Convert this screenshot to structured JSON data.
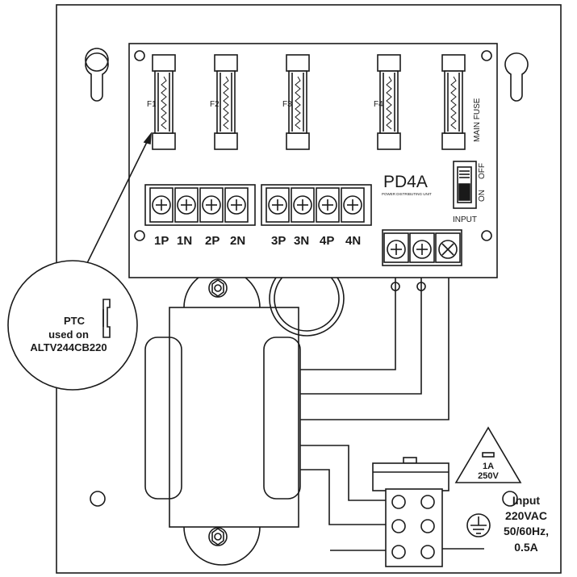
{
  "board": {
    "model": "PD4A",
    "subtitle": "POWER DISTRIBUTING UNIT",
    "switch_on": "ON",
    "switch_off": "OFF",
    "input_label": "INPUT"
  },
  "fuses": [
    {
      "label": "F1"
    },
    {
      "label": "F2"
    },
    {
      "label": "F3"
    },
    {
      "label": "F4"
    },
    {
      "label": "MAIN FUSE"
    }
  ],
  "outputs": [
    {
      "label": "1P"
    },
    {
      "label": "1N"
    },
    {
      "label": "2P"
    },
    {
      "label": "2N"
    },
    {
      "label": "3P"
    },
    {
      "label": "3N"
    },
    {
      "label": "4P"
    },
    {
      "label": "4N"
    }
  ],
  "callout": {
    "line1": "PTC",
    "line2": "used on",
    "line3": "ALTV244CB220"
  },
  "warning": {
    "line1": "1A",
    "line2": "250V"
  },
  "input": {
    "line1": "Input",
    "line2": "220VAC",
    "line3": "50/60Hz,",
    "line4": "0.5A"
  }
}
